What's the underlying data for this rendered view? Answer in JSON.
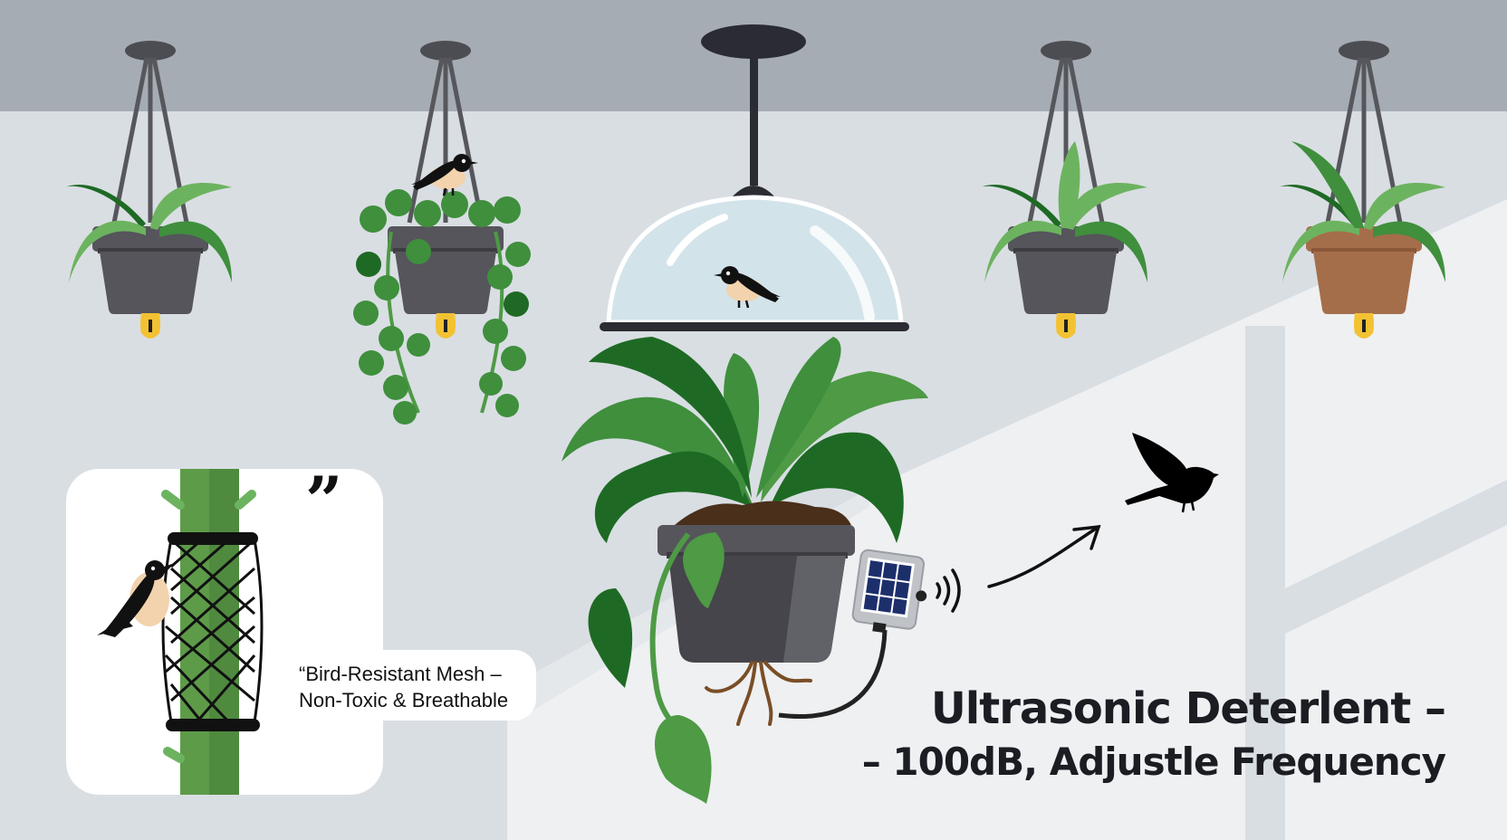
{
  "scene": {
    "title": "Bird-deterrent options for hanging plants",
    "colors": {
      "ceiling": "#a6acb3",
      "wall": "#d9dee3",
      "wall_light": "#eef0f2",
      "pot_dark": "#55555b",
      "pot_terracotta": "#a56e4a",
      "leaf_dark": "#1e6a24",
      "leaf_mid": "#3f8f3d",
      "leaf_light": "#6cb35f",
      "hook_yellow": "#f3c233",
      "dome_glass": "#d3e3ea",
      "solar_panel": "#1d2f6b",
      "text_dark": "#1c1d22"
    }
  },
  "hanging_planters": [
    {
      "id": "planter-1",
      "pot": "dark",
      "plant": "spider-plant",
      "has_bird": false
    },
    {
      "id": "planter-2",
      "pot": "dark",
      "plant": "string-of-pearls",
      "has_bird": true
    },
    {
      "id": "planter-center",
      "pot": "dark",
      "plant": "pothos",
      "has_dome": true,
      "has_bird_under_dome": true,
      "has_ultrasonic_device": true
    },
    {
      "id": "planter-4",
      "pot": "dark",
      "plant": "spider-plant",
      "has_bird": false
    },
    {
      "id": "planter-5",
      "pot": "terracotta",
      "plant": "spider-plant",
      "has_bird": false
    }
  ],
  "mesh_card": {
    "quote_mark": "”",
    "icon": "bird-on-mesh-wrapped-stem"
  },
  "mesh_caption": {
    "line1": "“Bird-Resistant Mesh –",
    "line2": "Non-Toxic & Breathable"
  },
  "ultrasonic": {
    "headline_line1": "Ultrasonic Deterlent –",
    "headline_line2": "– 100dB, Adjustle Frequency",
    "device_icon": "solar-ultrasonic-emitter",
    "signal_icon": "sound-waves",
    "result_icon": "bird-flying-away"
  }
}
